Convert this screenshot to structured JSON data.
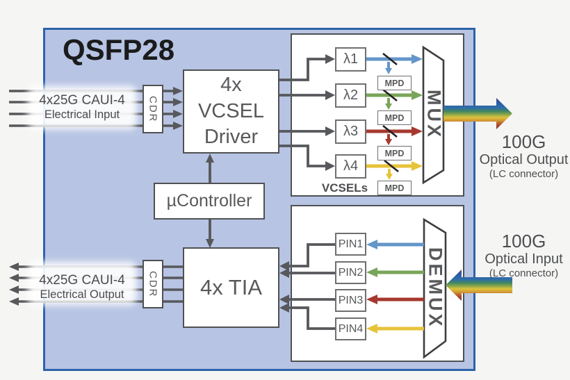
{
  "title": "QSFP28",
  "module": {
    "driver": {
      "line1": "4x",
      "line2": "VCSEL",
      "line3": "Driver"
    },
    "ucontroller": "µController",
    "tia": "4x TIA",
    "cdr": "CDR"
  },
  "tx_panel": {
    "lambdas": [
      "λ1",
      "λ2",
      "λ3",
      "λ4"
    ],
    "mpd_label": "MPD",
    "vcsels_label": "VCSELs",
    "mux_label": "MUX"
  },
  "rx_panel": {
    "pins": [
      "PIN1",
      "PIN2",
      "PIN3",
      "PIN4"
    ],
    "demux_label": "DEMUX"
  },
  "electrical_input": {
    "line1": "4x25G CAUI-4",
    "line2": "Electrical Input"
  },
  "electrical_output": {
    "line1": "4x25G CAUI-4",
    "line2": "Electrical Output"
  },
  "optical_output": {
    "rate": "100G",
    "label": "Optical Output",
    "connector": "(LC connector)"
  },
  "optical_input": {
    "rate": "100G",
    "label": "Optical Input",
    "connector": "(LC connector)"
  },
  "colors": {
    "channel1_blue": "#6496c8",
    "channel2_green": "#79a558",
    "channel3_red": "#a6392f",
    "channel4_yellow": "#e7c33a",
    "module_fill": "#b7c4e3",
    "module_border": "#2e62ab",
    "wire_gray": "#57585b"
  }
}
